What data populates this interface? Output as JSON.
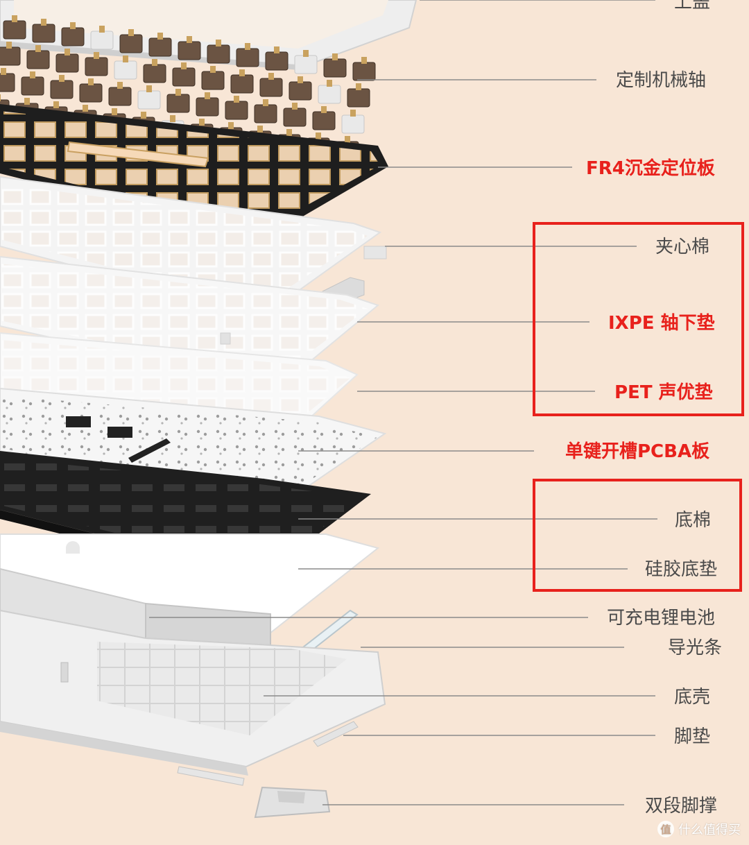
{
  "labels": {
    "top_cover": "上盖",
    "switches": "定制机械轴",
    "plate": "FR4沉金定位板",
    "sandwich_foam": "夹心棉",
    "ixpe_pad": "IXPE 轴下垫",
    "pet_pad": "PET 声优垫",
    "pcba": "单键开槽PCBA板",
    "bottom_foam": "底棉",
    "silicone_pad": "硅胶底垫",
    "battery": "可充电锂电池",
    "light_guide": "导光条",
    "bottom_case": "底壳",
    "feet": "脚垫",
    "kickstand": "双段脚撑"
  },
  "watermark": {
    "badge": "值",
    "text": "什么值得买"
  },
  "colors": {
    "background": "#f8e6d6",
    "leader_line": "#8a8a8a",
    "highlight": "#e8211c",
    "label_text": "#4a4a4a"
  }
}
